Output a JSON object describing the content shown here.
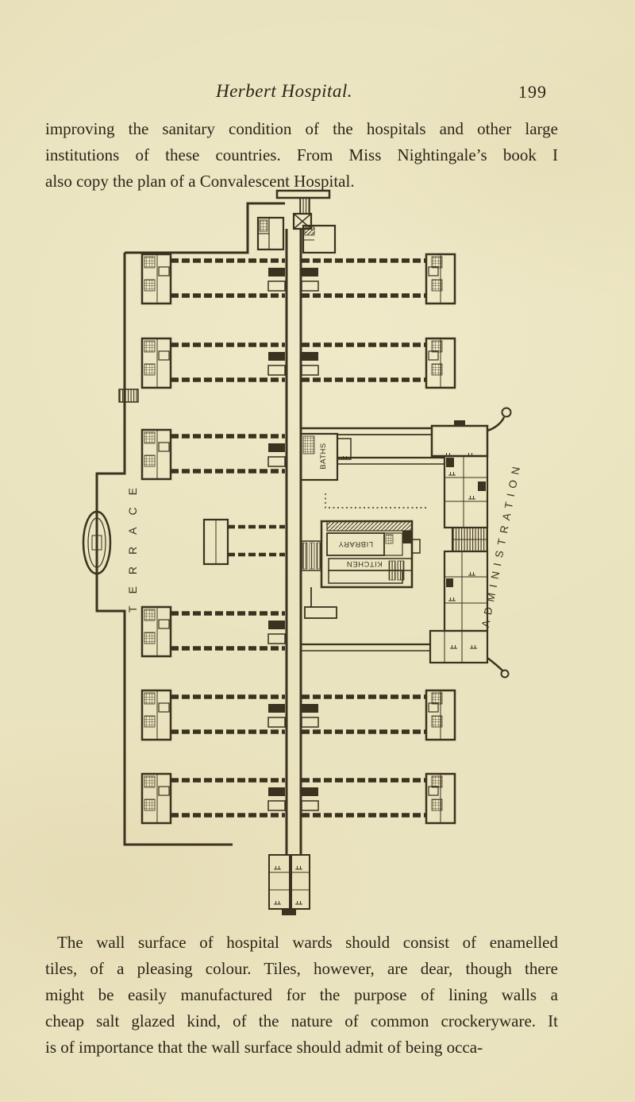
{
  "colors": {
    "paper": "#e9e2bc",
    "text_ink": "#2b2517",
    "plan_ink": "#3b321f"
  },
  "header": {
    "title": "Herbert Hospital.",
    "page_number": "199"
  },
  "paragraph_top": {
    "lines": [
      "improving the sanitary condition of the hospitals and other large",
      "institutions of these countries.  From Miss Nightingale’s book I",
      "also copy the plan of a Convalescent Hospital."
    ]
  },
  "figure": {
    "type": "architectural-floor-plan",
    "labels": {
      "terrace": "TERRACE",
      "administration": "ADMINISTRATION",
      "baths": "BATHS",
      "library": "LIBRARY",
      "kitchen": "KITCHEN"
    }
  },
  "paragraph_bottom": {
    "lines": [
      "The wall surface of hospital wards should consist of enamelled",
      "tiles, of a pleasing colour.  Tiles, however, are dear, though there",
      "might be easily manufactured for the purpose of lining walls a",
      "cheap salt glazed kind, of the nature of common crockeryware.  It",
      "is of importance that the wall surface should admit of being occa-"
    ]
  }
}
